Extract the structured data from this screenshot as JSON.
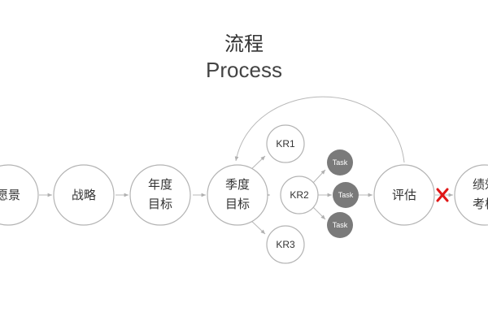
{
  "title": {
    "cn": "流程",
    "en": "Process"
  },
  "nodes": {
    "vision": {
      "label": "愿景"
    },
    "strategy": {
      "label": "战略"
    },
    "annual": {
      "line1": "年度",
      "line2": "目标"
    },
    "quarterly": {
      "line1": "季度",
      "line2": "目标"
    },
    "kr1": {
      "label": "KR1"
    },
    "kr2": {
      "label": "KR2"
    },
    "kr3": {
      "label": "KR3"
    },
    "task1": {
      "label": "Task"
    },
    "task2": {
      "label": "Task"
    },
    "task3": {
      "label": "Task"
    },
    "evaluate": {
      "label": "评估"
    },
    "performance": {
      "line1": "绩效",
      "line2": "考核"
    }
  },
  "colors": {
    "node_stroke": "#b3b3b3",
    "task_fill": "#7a7a7a",
    "cross": "#e01616"
  },
  "icons": {
    "cross": "red-x-icon"
  }
}
